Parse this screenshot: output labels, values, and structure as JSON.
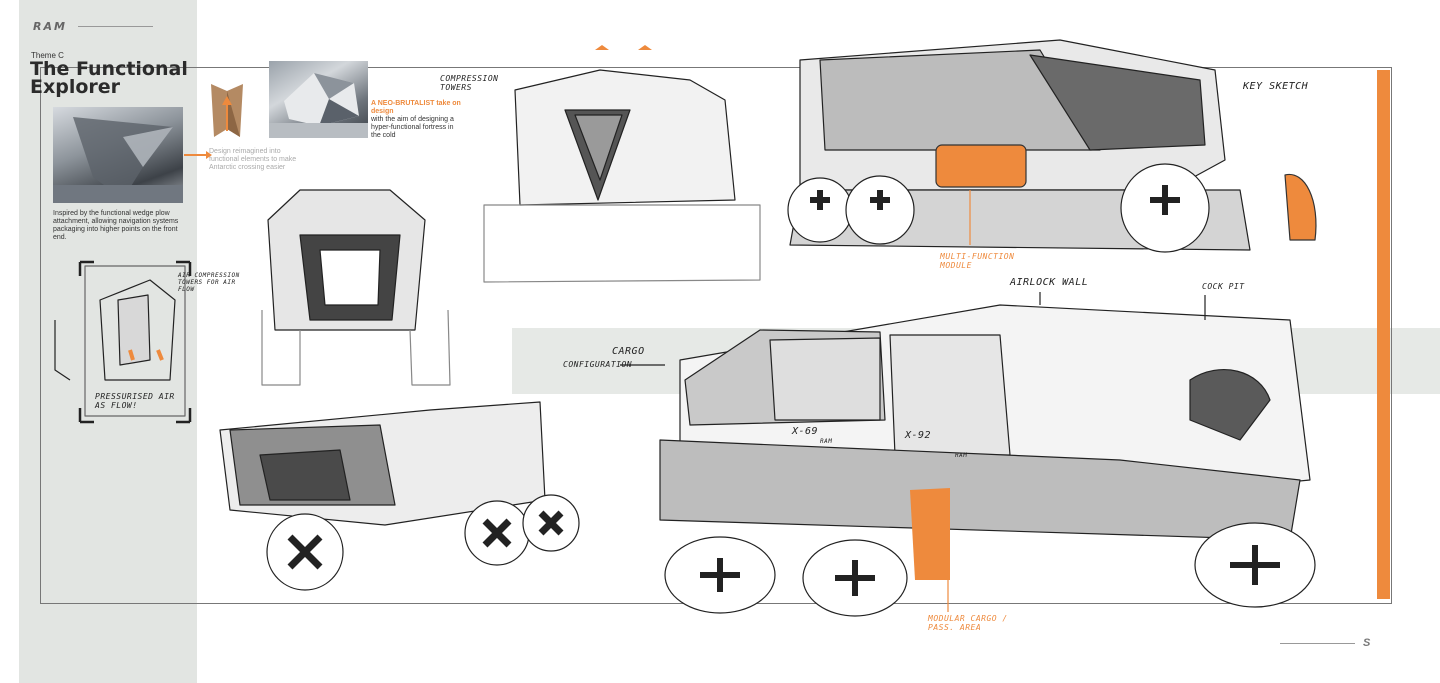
{
  "header": {
    "brand_logo": "RAM"
  },
  "theme_label": "Theme C",
  "title_line1": "The Functional",
  "title_line2": "Explorer",
  "captions": {
    "inspired": "Inspired by the functional wedge plow attachment, allowing navigation systems packaging into higher points on the front end.",
    "design_reimagined": "Design reimagined into functional elements to make Antarctic crossing easier",
    "neo_brutalist_highlight": "A NEO-BRUTALIST take on design",
    "neo_brutalist_body": "with the aim of designing a hyper-functional fortress in the cold"
  },
  "annotations": {
    "compression_towers": "COMPRESSION TOWERS",
    "air_compression_towers": "AIR COMPRESSION TOWERS FOR AIR FLOW",
    "pressurised_air": "PRESSURISED AIR AS FLOW!",
    "key_sketch": "KEY SKETCH",
    "multi_function_module": "MULTI-FUNCTION MODULE",
    "airlock_wall": "AIRLOCK WALL",
    "cockpit": "COCK PIT",
    "cargo": "CARGO",
    "configuration": "CONFIGURATION",
    "modular_cargo": "MODULAR CARGO / PASS. AREA",
    "crate1": "X-69",
    "crate2": "X-92",
    "crate_brand": "RAM"
  },
  "footer": {
    "page_logo": "S"
  },
  "colors": {
    "accent": "#ee8a3d",
    "panel": "#e2e5e2",
    "ink": "#222222"
  }
}
